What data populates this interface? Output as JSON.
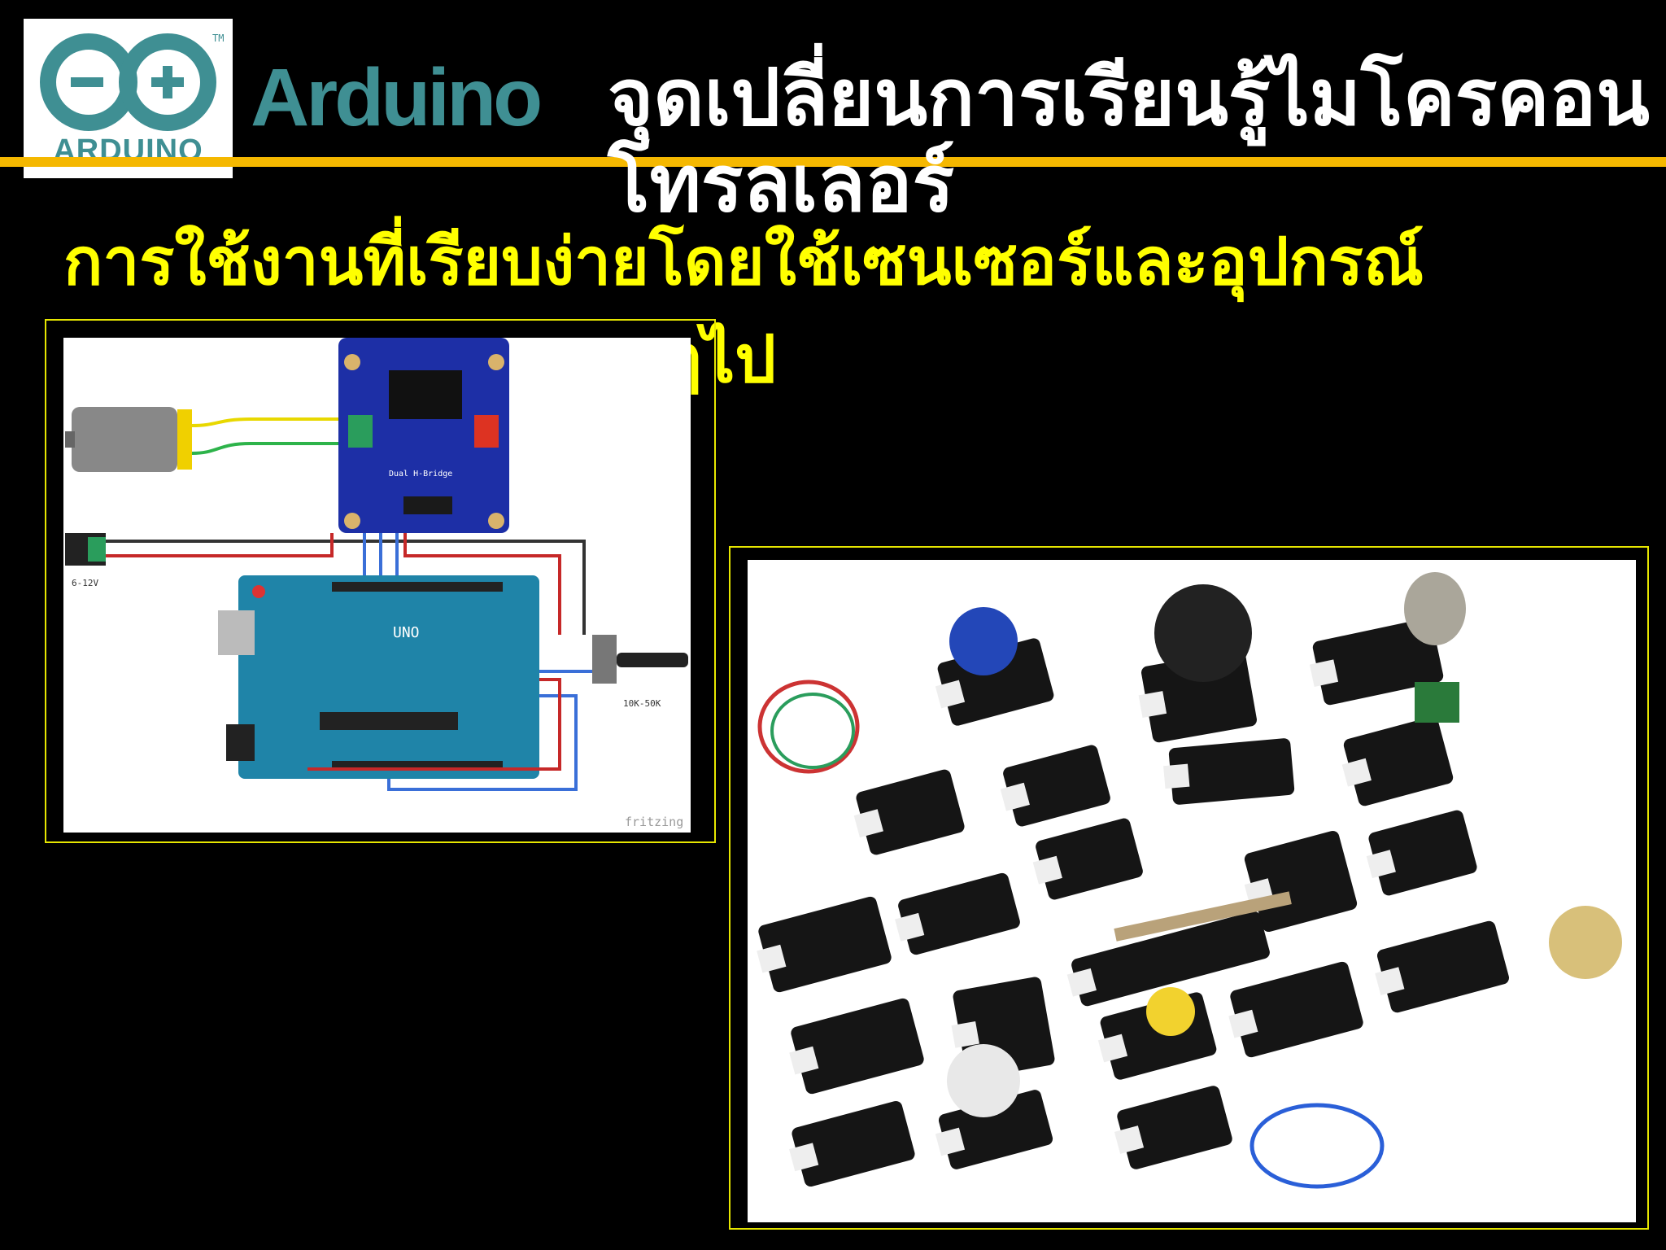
{
  "header": {
    "logo_text": "ARDUINO",
    "brand": "Arduino",
    "title": "จุดเปลี่ยนการเรียนรู้ไมโครคอนโทรลเลอร์"
  },
  "body": {
    "subtitle_line1": "การใช้งานที่เรียบง่ายโดยใช้เซนเซอร์และอุปกรณ์",
    "subtitle_line2_visible": "ๆไป"
  },
  "diagram_image": {
    "board_label": "Dual H-Bridge",
    "arduino_label": "UNO",
    "power_label": "6-12V",
    "pot_label": "10K-50K",
    "watermark": "fritzing"
  },
  "colors": {
    "brand_teal": "#3f8f93",
    "rule_orange": "#f5b800",
    "subtitle_yellow": "#ffff00",
    "frame_yellow": "#e6e600"
  }
}
